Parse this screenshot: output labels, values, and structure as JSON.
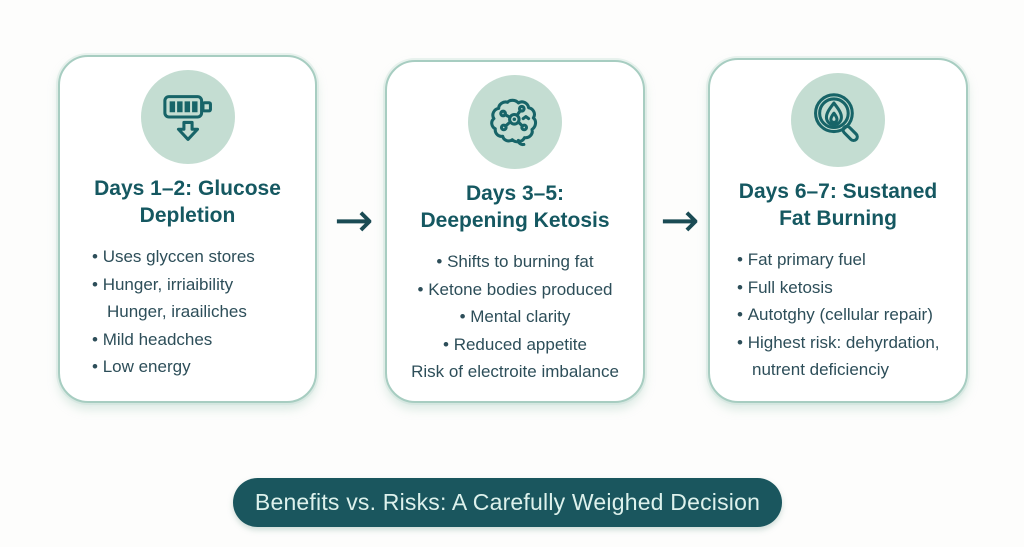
{
  "colors": {
    "background": "#fdfdfc",
    "card_border": "#a7cdc1",
    "icon_circle_bg": "#c4ddd2",
    "icon_stroke": "#176468",
    "title_text": "#155861",
    "body_text": "#2d4e59",
    "arrow": "#1a4b54",
    "pill_bg": "#1a565e",
    "pill_text": "#ddf1ec"
  },
  "cards": [
    {
      "icon": "battery-depletion-icon",
      "title_lines": [
        "Days 1–2: Glucose",
        "Depletion"
      ],
      "items": [
        "Uses glyccen stores",
        "Hunger, irriaibility",
        "Hunger, iraailiches",
        "Mild headches",
        "Low energy"
      ]
    },
    {
      "icon": "brain-network-icon",
      "title_lines": [
        "Days 3–5:",
        "Deepening Ketosis"
      ],
      "items": [
        "Shifts to burning fat",
        "Ketone bodies produced",
        "Mental clarity",
        "Reduced appetite",
        "Risk of electroite imbalance"
      ]
    },
    {
      "icon": "flame-magnifier-icon",
      "title_lines": [
        "Days 6–7: Sustaned",
        "Fat Burning"
      ],
      "items": [
        "Fat primary fuel",
        "Full ketosis",
        "Autotghy (cellular repair)",
        "Highest risk: dehyrdation, nutrent deficienciy"
      ]
    }
  ],
  "arrow": {
    "glyph": "→"
  },
  "footer": {
    "label": "Benefits vs. Risks: A Carefully Weighed Decision"
  }
}
